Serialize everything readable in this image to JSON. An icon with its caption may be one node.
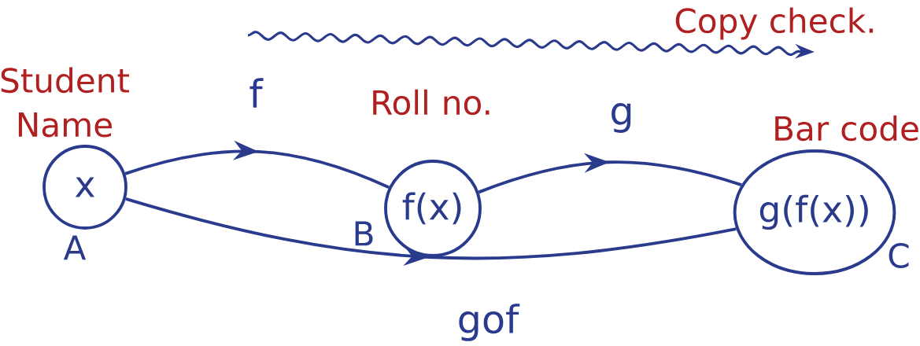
{
  "diagram": {
    "nodes": [
      {
        "text": [
          "x"
        ],
        "beside": [
          "Student Name",
          "A"
        ]
      },
      {
        "text": [
          "f(x)"
        ],
        "beside": [
          "Roll no.",
          "B"
        ]
      },
      {
        "text": [
          "g(f(x))"
        ],
        "beside": [
          "Bar code",
          "C"
        ]
      }
    ],
    "edges": [
      {
        "from": 0,
        "to": 1,
        "arrow": "to",
        "label": "f"
      },
      {
        "from": 1,
        "to": 2,
        "arrow": "to",
        "label": "g"
      },
      {
        "from": 0,
        "to": 2,
        "arrow": "to",
        "label": "gof"
      }
    ],
    "labels": [
      "Copy check."
    ]
  }
}
